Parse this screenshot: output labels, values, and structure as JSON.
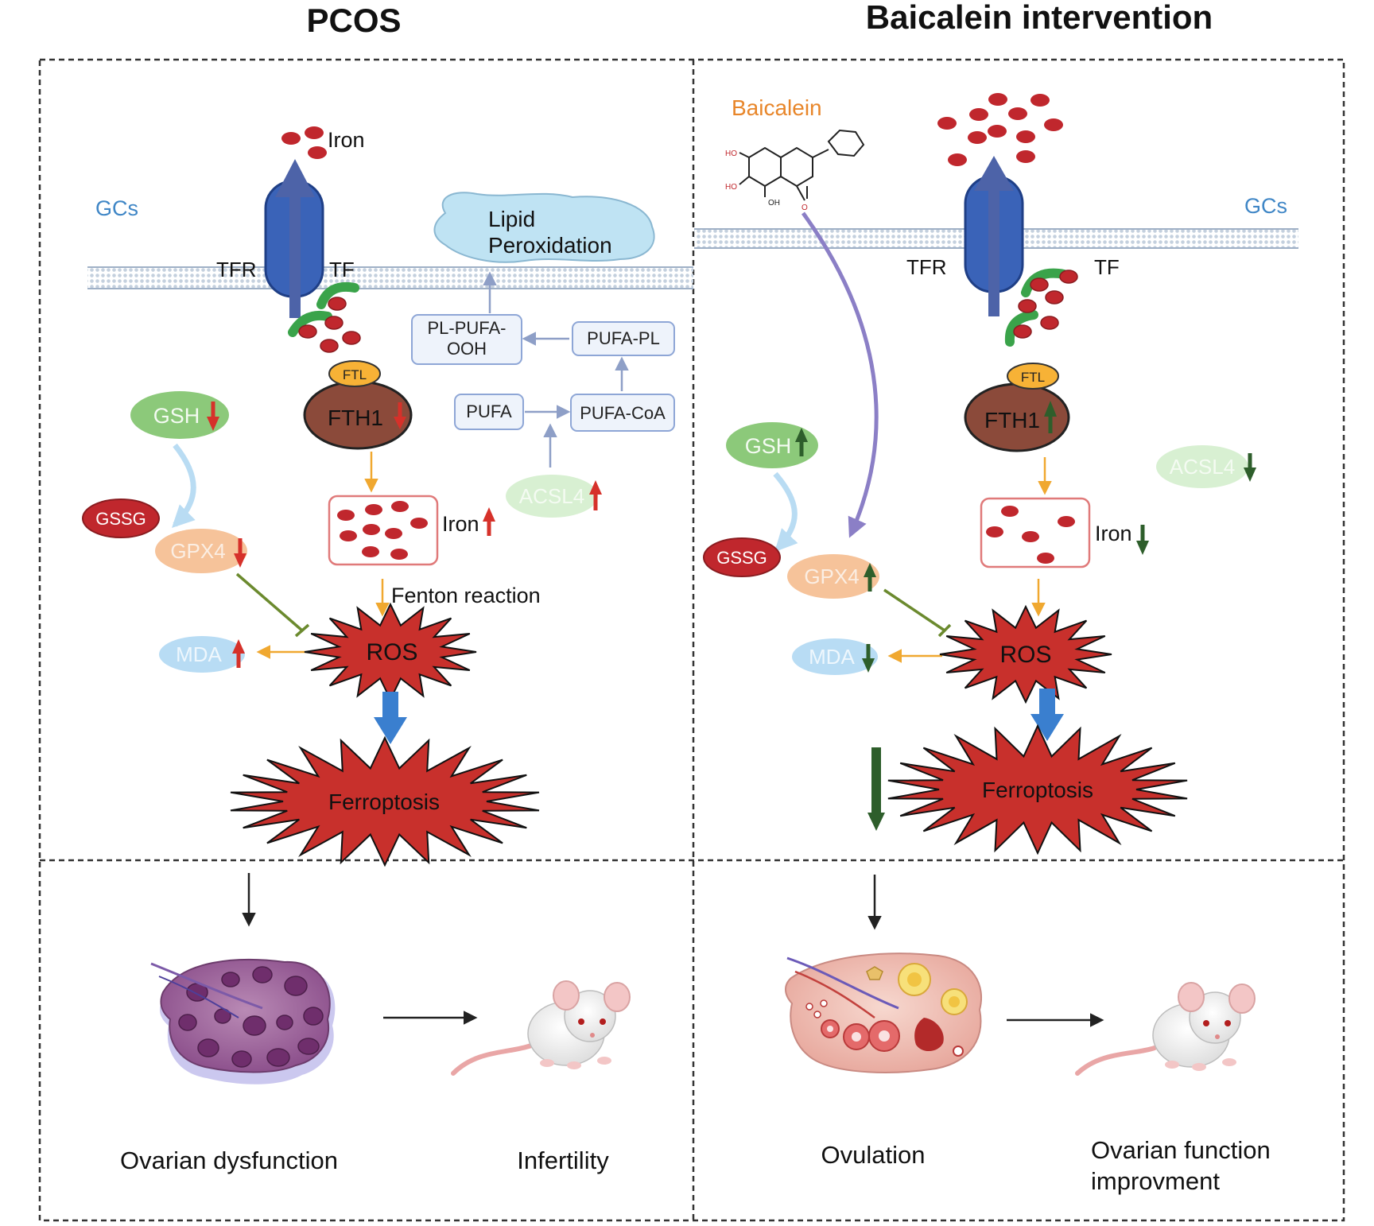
{
  "titles": {
    "left": "PCOS",
    "right": "Baicalein intervention"
  },
  "left": {
    "gcs": "GCs",
    "iron": "Iron",
    "tfr": "TFR",
    "tf": "TF",
    "lipid_line1": "Lipid",
    "lipid_line2": "Peroxidation",
    "pl_pufa_line1": "PL-PUFA-",
    "pl_pufa_line2": "OOH",
    "pufa_pl": "PUFA-PL",
    "pufa": "PUFA",
    "pufa_coa": "PUFA-CoA",
    "acsl4": "ACSL4",
    "ftl": "FTL",
    "fth1": "FTH1",
    "gsh": "GSH",
    "gssg": "GSSG",
    "gpx4": "GPX4",
    "iron_pool": "Iron",
    "fenton": "Fenton reaction",
    "mda": "MDA",
    "ros": "ROS",
    "ferroptosis": "Ferroptosis",
    "ovarian": "Ovarian dysfunction",
    "infertility": "Infertility"
  },
  "right": {
    "baicalein": "Baicalein",
    "gcs": "GCs",
    "tfr": "TFR",
    "tf": "TF",
    "ftl": "FTL",
    "fth1": "FTH1",
    "gsh": "GSH",
    "gssg": "GSSG",
    "gpx4": "GPX4",
    "acsl4": "ACSL4",
    "iron_pool": "Iron",
    "mda": "MDA",
    "ros": "ROS",
    "ferroptosis": "Ferroptosis",
    "ovulation": "Ovulation",
    "improve_line1": "Ovarian function",
    "improve_line2": "improvment"
  },
  "molecule": {
    "oh1": "HO",
    "oh2": "HO",
    "oh3": "OH",
    "o": "O"
  },
  "colors": {
    "iron_red": "#c0272d",
    "up_red": "#d6312a",
    "down_green": "#2e5e2b",
    "receptor_blue": "#3a63b8",
    "tf_green": "#3aa34a",
    "ros_red": "#c8302c",
    "gsh_green": "#8cc97a",
    "gpx4_orange": "#f6c39a",
    "mda_blue": "#b8dcf4",
    "lipid_blue": "#bfe3f3",
    "acsl4_green": "#d8f0d2",
    "ftl_orange": "#f7b236",
    "fth1_brown": "#8b4a3a",
    "baicalein_orange": "#e8862a",
    "gcs_blue": "#3f86c6",
    "pathway_purple": "#8b7fc6"
  }
}
